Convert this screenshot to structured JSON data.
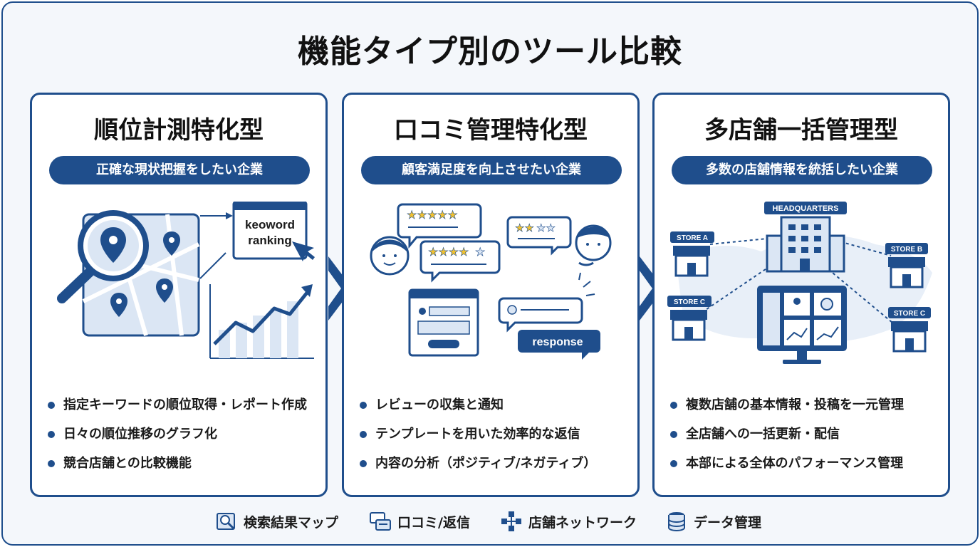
{
  "title": "機能タイプ別のツール比較",
  "panels": [
    {
      "title": "順位計測特化型",
      "subtitle": "正確な現状把握をしたい企業",
      "art_text": [
        "keoword",
        "ranking"
      ],
      "bullets": [
        "指定キーワードの順位取得・レポート作成",
        "日々の順位推移のグラフ化",
        "競合店舗との比較機能"
      ]
    },
    {
      "title": "口コミ管理特化型",
      "subtitle": "顧客満足度を向上させたい企業",
      "art_text": [
        "response"
      ],
      "bullets": [
        "レビューの収集と通知",
        "テンプレートを用いた効率的な返信",
        "内容の分析（ポジティブ/ネガティブ）"
      ]
    },
    {
      "title": "多店舗一括管理型",
      "subtitle": "多数の店舗情報を統括したい企業",
      "art_text": [
        "HEADQUARTERS",
        "STORE A",
        "STORE B",
        "STORE C",
        "STORE C"
      ],
      "bullets": [
        "複数店舗の基本情報・投稿を一元管理",
        "全店舗への一括更新・配信",
        "本部による全体のパフォーマンス管理"
      ]
    }
  ],
  "legend": [
    {
      "label": "検索結果マップ",
      "icon": "map-search-icon"
    },
    {
      "label": "口コミ/返信",
      "icon": "chat-icon"
    },
    {
      "label": "店舗ネットワーク",
      "icon": "network-icon"
    },
    {
      "label": "データ管理",
      "icon": "database-icon"
    }
  ],
  "colors": {
    "primary": "#1f4e8c",
    "light": "#dbe6f4",
    "star": "#f2c230"
  }
}
